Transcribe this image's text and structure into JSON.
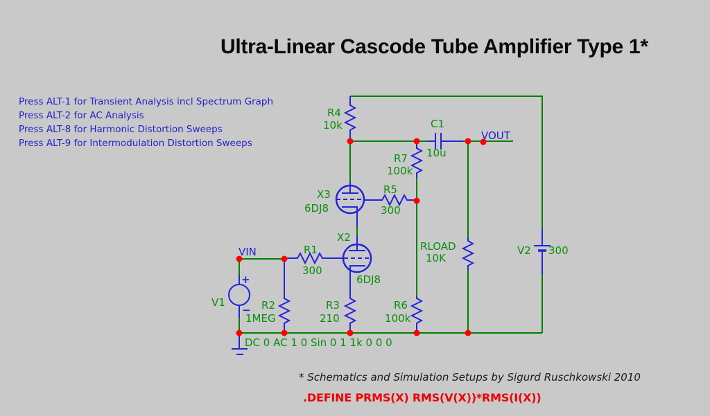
{
  "title": "Ultra-Linear Cascode Tube Amplifier Type 1*",
  "instructions": [
    "Press ALT-1 for Transient Analysis incl Spectrum Graph",
    "Press ALT-2 for AC Analysis",
    "Press ALT-8 for Harmonic Distortion Sweeps",
    "Press ALT-9 for Intermodulation Distortion Sweeps"
  ],
  "nodes": {
    "vin": "VIN",
    "vout": "VOUT"
  },
  "components": {
    "r1": {
      "name": "R1",
      "value": "300"
    },
    "r2": {
      "name": "R2",
      "value": "1MEG"
    },
    "r3": {
      "name": "R3",
      "value": "210"
    },
    "r4": {
      "name": "R4",
      "value": "10k"
    },
    "r5": {
      "name": "R5",
      "value": "300"
    },
    "r6": {
      "name": "R6",
      "value": "100k"
    },
    "r7": {
      "name": "R7",
      "value": "100k"
    },
    "rload": {
      "name": "RLOAD",
      "value": "10K"
    },
    "c1": {
      "name": "C1",
      "value": "10u"
    },
    "x2": {
      "name": "X2",
      "value": "6DJ8"
    },
    "x3": {
      "name": "X3",
      "value": "6DJ8"
    },
    "v1": {
      "name": "V1",
      "params": "DC 0 AC 1 0 Sin 0 1 1k 0 0 0",
      "plus": "+",
      "minus": "−"
    },
    "v2": {
      "name": "V2",
      "value": "300"
    }
  },
  "footer": {
    "credit": "* Schematics and Simulation Setups by Sigurd Ruschkowski 2010",
    "define": ".DEFINE PRMS(X) RMS(V(X))*RMS(I(X))"
  },
  "colors": {
    "background": "#C9C9C9",
    "wire_green": "#008000",
    "component_blue": "#2323DC",
    "label_green": "#089008",
    "node_red": "#FF0000",
    "text_blue": "#2222CC",
    "define_red": "#EE0000",
    "title_black": "#0A0A0A"
  }
}
